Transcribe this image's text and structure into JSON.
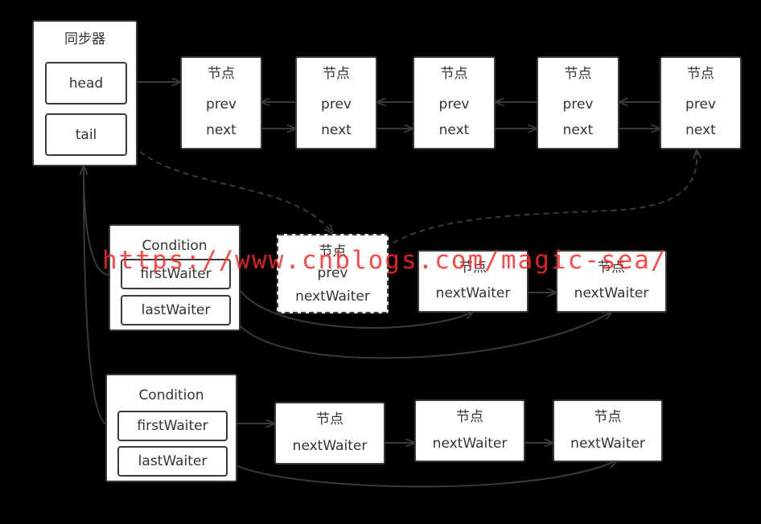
{
  "sync": {
    "title": "同步器",
    "head": "head",
    "tail": "tail"
  },
  "queue": [
    {
      "title": "节点",
      "prev": "prev",
      "next": "next"
    },
    {
      "title": "节点",
      "prev": "prev",
      "next": "next"
    },
    {
      "title": "节点",
      "prev": "prev",
      "next": "next"
    },
    {
      "title": "节点",
      "prev": "prev",
      "next": "next"
    },
    {
      "title": "节点",
      "prev": "prev",
      "next": "next"
    }
  ],
  "cond1": {
    "title": "Condition",
    "first": "firstWaiter",
    "last": "lastWaiter",
    "dashed_node": {
      "title": "节点",
      "prev": "prev",
      "next": "nextWaiter"
    },
    "nodes": [
      {
        "title": "节点",
        "next": "nextWaiter"
      },
      {
        "title": "节点",
        "next": "nextWaiter"
      }
    ]
  },
  "cond2": {
    "title": "Condition",
    "first": "firstWaiter",
    "last": "lastWaiter",
    "nodes": [
      {
        "title": "节点",
        "next": "nextWaiter"
      },
      {
        "title": "节点",
        "next": "nextWaiter"
      },
      {
        "title": "节点",
        "next": "nextWaiter"
      }
    ]
  },
  "watermark": "https://www.cnblogs.com/magic-sea/",
  "colors": {
    "background": "#000000",
    "box": "#ffffff",
    "stroke": "#3a3a3a",
    "watermark": "#ff2828"
  }
}
